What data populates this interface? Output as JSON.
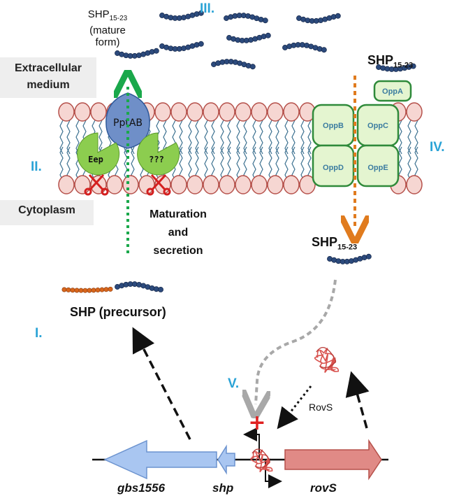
{
  "labels": {
    "shp_mature_line1": "SHP",
    "shp_mature_sub": "15-23",
    "shp_mature_line2": "(mature",
    "shp_mature_line3": "form)",
    "extracellular_line1": "Extracellular",
    "extracellular_line2": "medium",
    "cytoplasm": "Cytoplasm",
    "maturation_line1": "Maturation",
    "maturation_line2": "and",
    "maturation_line3": "secretion",
    "shp_top_main": "SHP",
    "shp_top_sub": "15-23",
    "shp_mid_main": "SHP",
    "shp_mid_sub": "15-23",
    "shp_precursor": "SHP (precursor)",
    "rovs_protein": "RovS",
    "plus": "+"
  },
  "roman": {
    "i": "I.",
    "ii": "II.",
    "iii": "III.",
    "iv": "IV.",
    "v": "V."
  },
  "proteins": {
    "pptab": "PptAB",
    "eep": "Eep",
    "unknown": "???",
    "oppa": "OppA",
    "oppb": "OppB",
    "oppc": "OppC",
    "oppd": "OppD",
    "oppe": "OppE"
  },
  "genes": {
    "gbs1556": "gbs1556",
    "shp": "shp",
    "rovs": "rovS"
  },
  "colors": {
    "roman": "#2aa3d6",
    "peptide": "#2c4a7c",
    "precursor_tail": "#d8661c",
    "membrane_head_fill": "#f6d6d2",
    "membrane_head_stroke": "#b5504a",
    "pptab": "#6f8fc8",
    "eep": "#8ccd4f",
    "opp_fill": "#e4f5d0",
    "opp_stroke": "#2f8a3a",
    "secretion_arrow": "#1aa84b",
    "import_arrow": "#e07b1e",
    "gene_blue": "#a9c6f1",
    "gene_red": "#e08a86",
    "activation": "#e02020"
  }
}
